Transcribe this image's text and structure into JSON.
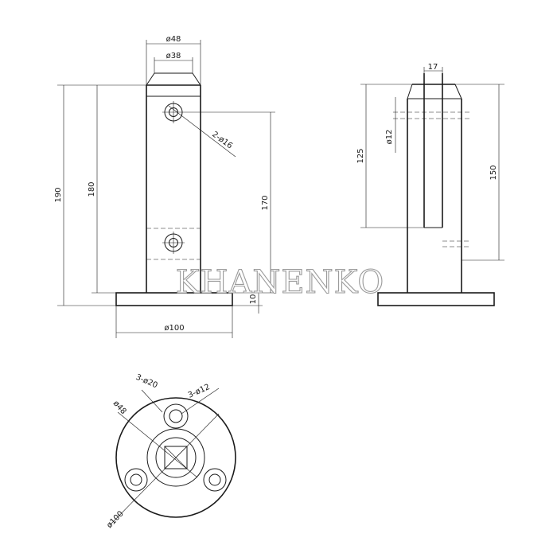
{
  "watermark": "KHANENKO",
  "front_view": {
    "dims": {
      "outer_diameter": "ø48",
      "inner_diameter": "ø38",
      "holes": "2-ø16",
      "total_height": "190",
      "post_height": "180",
      "hole_span": "170",
      "base_thickness": "10",
      "base_diameter": "ø100"
    }
  },
  "side_view": {
    "dims": {
      "slot_width": "17",
      "hole_diameter": "ø12",
      "slot_depth": "125",
      "post_height": "150"
    }
  },
  "bottom_view": {
    "dims": {
      "counterbore": "3-ø20",
      "mount_holes": "3-ø12",
      "post_diameter": "ø48",
      "base_diameter": "ø100"
    }
  }
}
